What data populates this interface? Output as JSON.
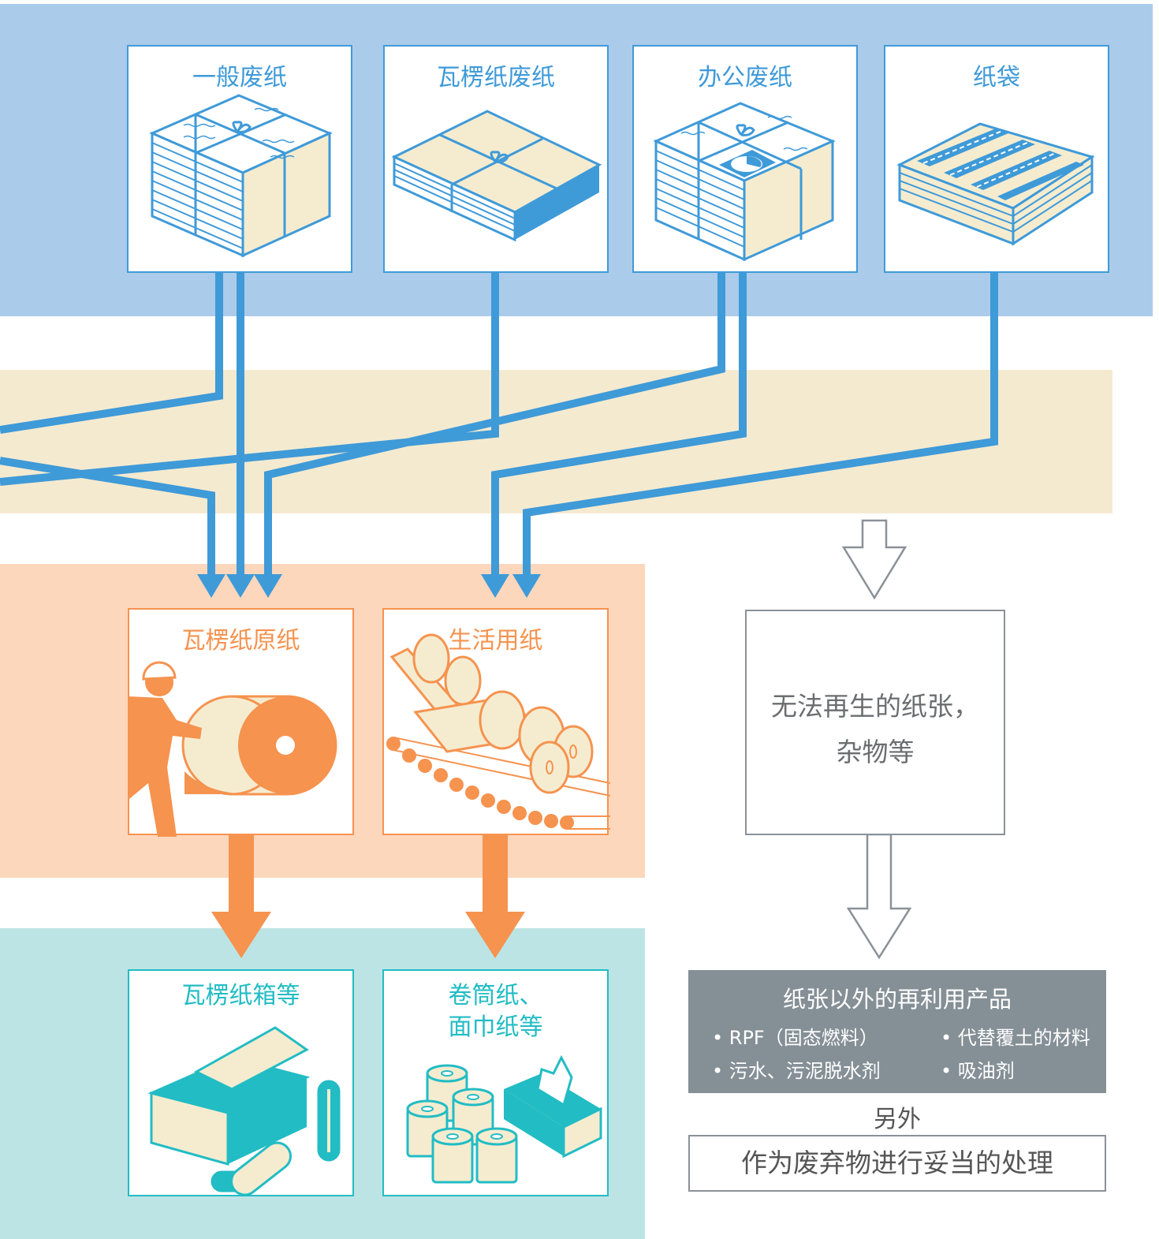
{
  "colors": {
    "band_top": "#abcbea",
    "band_middle": "#f4ead0",
    "band_orange": "#fcd7bc",
    "band_teal": "#bce4e5",
    "blue": "#3f9ad8",
    "orange": "#f5934f",
    "teal": "#22bcc4",
    "grey": "#8a9198",
    "dark_grey": "#858f96",
    "cream": "#f5ecd0"
  },
  "sources": [
    {
      "label": "一般废纸",
      "icon": "newspaper-stack-icon"
    },
    {
      "label": "瓦楞纸废纸",
      "icon": "cardboard-stack-icon"
    },
    {
      "label": "办公废纸",
      "icon": "office-paper-stack-icon"
    },
    {
      "label": "纸袋",
      "icon": "paper-bag-stack-icon"
    }
  ],
  "products": [
    {
      "label": "瓦楞纸原纸",
      "icon": "worker-paper-roll-icon"
    },
    {
      "label": "生活用纸",
      "icon": "paper-rolls-conveyor-icon"
    }
  ],
  "final_products": [
    {
      "label_line1": "瓦楞纸箱等",
      "label_line2": "",
      "icon": "cardboard-box-icon"
    },
    {
      "label_line1": "卷筒纸、",
      "label_line2": "面巾纸等",
      "icon": "toilet-paper-tissue-box-icon"
    }
  ],
  "non_recyclable": {
    "line1": "无法再生的纸张，",
    "line2": "杂物等"
  },
  "reuse_products": {
    "title": "纸张以外的再利用产品",
    "items": [
      "• RPF（固态燃料）",
      "• 代替覆土的材料",
      "• 污水、污泥脱水剂",
      "• 吸油剂"
    ]
  },
  "also_label": "另外",
  "disposal_label": "作为废弃物进行妥当的处理"
}
